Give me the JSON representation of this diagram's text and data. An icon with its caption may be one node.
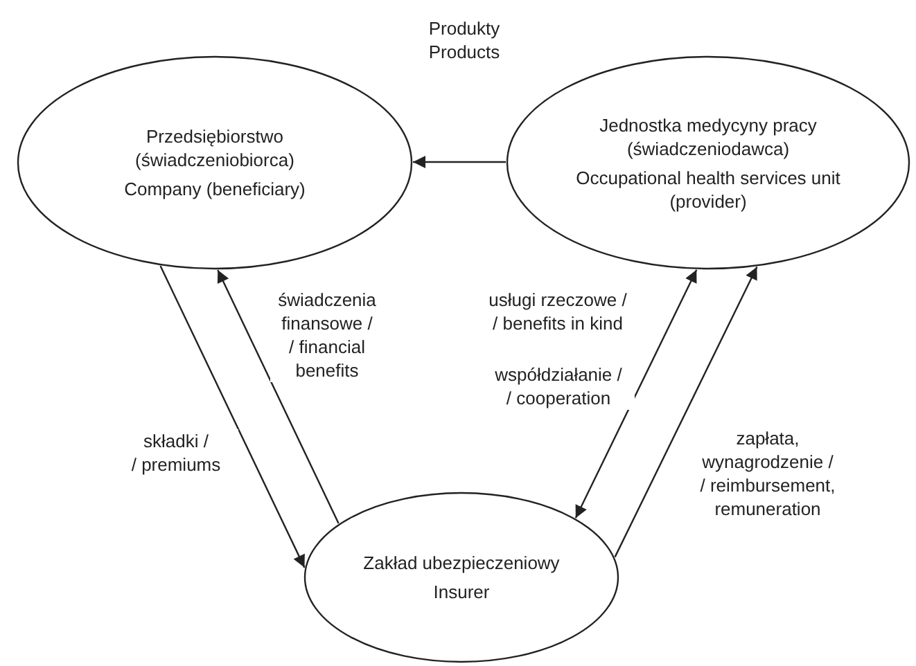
{
  "diagram": {
    "nodes": [
      {
        "text": [
          "Przedsiębiorstwo (świadczeniobiorca)",
          "Company (beneficiary)"
        ]
      },
      {
        "text": [
          "Jednostka medycyny pracy (świadczeniodawca)",
          "Occupational health services unit (provider)"
        ]
      },
      {
        "text": [
          "Zakład ubezpieczeniowy",
          "Insurer"
        ]
      }
    ],
    "edges": [
      {
        "from": 1,
        "to": 0,
        "arrow": "to"
      },
      {
        "from": 0,
        "to": 2,
        "arrow": "to",
        "label": "składki / / premiums"
      },
      {
        "from": 2,
        "to": 0,
        "arrow": "to",
        "label": "świadczenia finansowe / / financial benefits"
      },
      {
        "from": 1,
        "to": 2,
        "arrow": "both",
        "label": "usługi rzeczowe / / benefits in kind"
      },
      {
        "from": 2,
        "to": 1,
        "arrow": "to",
        "label": "zapłata, wynagrodzenie / / reimbursement, remuneration"
      }
    ],
    "labels": [
      "Produkty Products",
      "współdziałanie / / cooperation"
    ]
  }
}
